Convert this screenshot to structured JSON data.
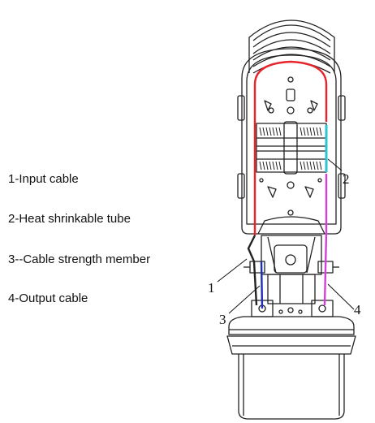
{
  "legend": {
    "items": [
      {
        "label": "1-Input cable"
      },
      {
        "label": "2-Heat shrinkable tube"
      },
      {
        "label": "3--Cable strength member"
      },
      {
        "label": "4-Output cable"
      }
    ]
  },
  "callouts": {
    "c1": "1",
    "c2": "2",
    "c3": "3",
    "c4": "4"
  },
  "colors": {
    "input_cable": "#e8232a",
    "heat_shrink_tube": "#2ec4d6",
    "strength_member": "#1f2fb8",
    "output_cable": "#d43fd8",
    "outline": "#222222"
  }
}
